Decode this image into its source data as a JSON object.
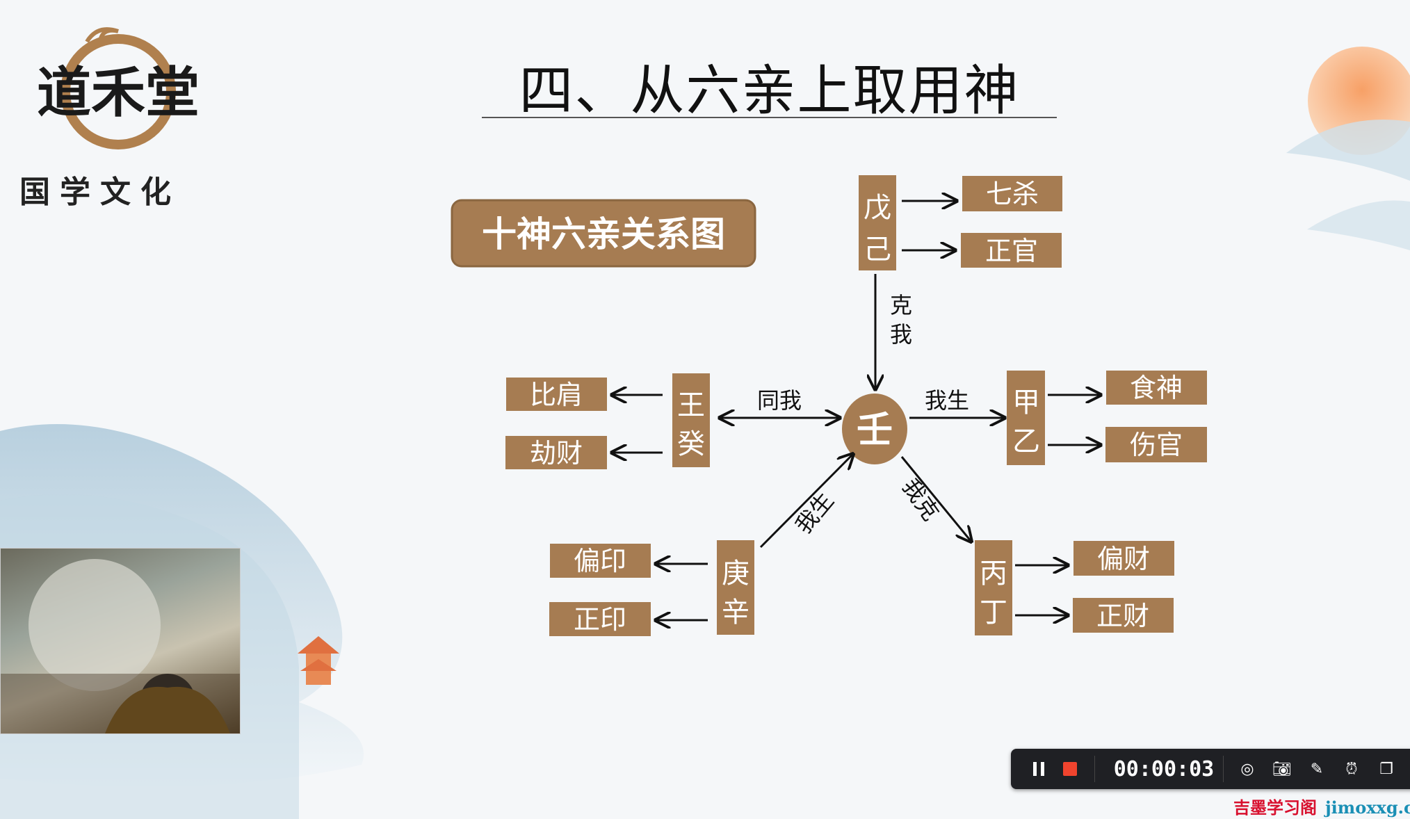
{
  "slide": {
    "title": "四、从六亲上取用神",
    "logo": {
      "brand": "道禾堂",
      "subtitle": "国学文化"
    },
    "diagram": {
      "label": "十神六亲关系图",
      "center": "壬",
      "top": {
        "stems": [
          "戊",
          "己"
        ],
        "relation": [
          "克",
          "我"
        ],
        "gods": [
          "七杀",
          "正官"
        ]
      },
      "left": {
        "stems": [
          "王",
          "癸"
        ],
        "relation": "同我",
        "gods": [
          "比肩",
          "劫财"
        ]
      },
      "right": {
        "stems": [
          "甲",
          "乙"
        ],
        "relation": "我生",
        "gods": [
          "食神",
          "伤官"
        ]
      },
      "bottom_left": {
        "stems": [
          "庚",
          "辛"
        ],
        "relation": "我生",
        "gods": [
          "偏印",
          "正印"
        ]
      },
      "bottom_right": {
        "stems": [
          "丙",
          "丁"
        ],
        "relation": "我克",
        "gods": [
          "偏财",
          "正财"
        ]
      }
    },
    "colors": {
      "box": "#a67c52",
      "box_text": "#ffffff"
    }
  },
  "recorder": {
    "timer": "00:00:03",
    "icons": [
      "pause-icon",
      "stop-icon",
      "screenshot-region-icon",
      "camera-icon",
      "pen-icon",
      "alarm-icon",
      "window-icon"
    ]
  },
  "watermark": {
    "cn": "吉墨学习阁",
    "url": "jimoxxg.com"
  }
}
